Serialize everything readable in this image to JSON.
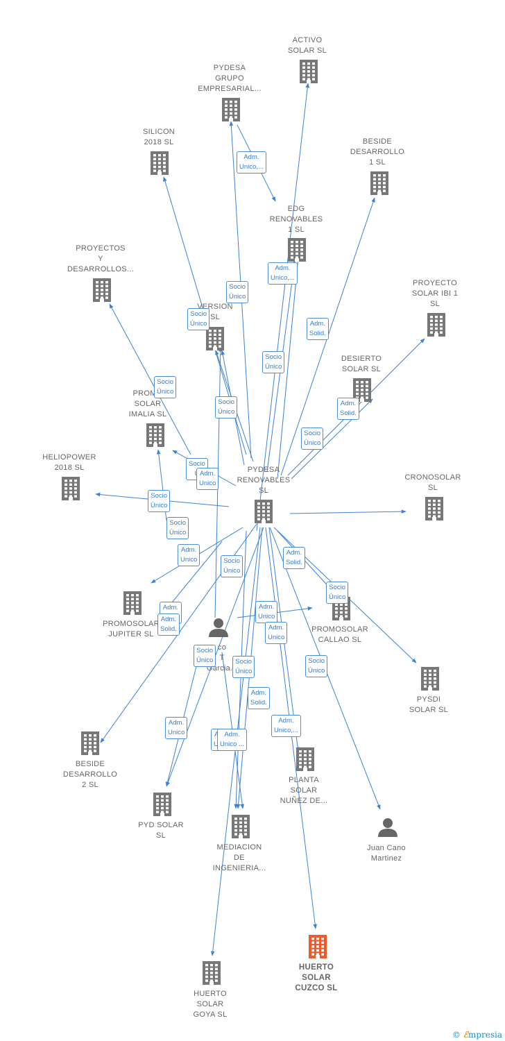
{
  "nodes": [
    {
      "id": "pydesa",
      "label": [
        "PYDESA",
        "RENOVABLES",
        "SL"
      ],
      "type": "company"
    },
    {
      "id": "activo",
      "label": [
        "ACTIVO",
        "SOLAR  SL"
      ],
      "type": "company"
    },
    {
      "id": "grupo",
      "label": [
        "PYDESA",
        "GRUPO",
        "EMPRESARIAL..."
      ],
      "type": "company"
    },
    {
      "id": "silicon",
      "label": [
        "SILICON",
        "2018  SL"
      ],
      "type": "company"
    },
    {
      "id": "beside1",
      "label": [
        "BESIDE",
        "DESARROLLO",
        "1  SL"
      ],
      "type": "company"
    },
    {
      "id": "edg",
      "label": [
        "EDG",
        "RENOVABLES",
        "1  SL"
      ],
      "type": "company"
    },
    {
      "id": "proyectos",
      "label": [
        "PROYECTOS",
        "Y",
        "DESARROLLOS..."
      ],
      "type": "company"
    },
    {
      "id": "proyecto_ibi",
      "label": [
        "PROYECTO",
        "SOLAR IBI 1",
        "SL"
      ],
      "type": "company"
    },
    {
      "id": "version",
      "label": [
        "VERSION",
        "SL"
      ],
      "type": "company"
    },
    {
      "id": "desierto",
      "label": [
        "DESIERTO",
        "SOLAR  SL"
      ],
      "type": "company"
    },
    {
      "id": "imalia",
      "label": [
        "PROMO",
        "SOLAR",
        "IMALIA  SL"
      ],
      "type": "company"
    },
    {
      "id": "heliopower",
      "label": [
        "HELIOPOWER",
        "2018  SL"
      ],
      "type": "company"
    },
    {
      "id": "cronosolar",
      "label": [
        "CRONOSOLAR",
        "SL"
      ],
      "type": "company"
    },
    {
      "id": "jupiter",
      "label": [
        "PROMOSOLAR",
        "JUPITER  SL"
      ],
      "type": "company"
    },
    {
      "id": "callao",
      "label": [
        "PROMOSOLAR",
        "CALLAO  SL"
      ],
      "type": "company"
    },
    {
      "id": "pysdi",
      "label": [
        "PYSDI",
        "SOLAR  SL"
      ],
      "type": "company"
    },
    {
      "id": "person1",
      "label": [
        "co",
        "T",
        "Garcia..."
      ],
      "type": "person"
    },
    {
      "id": "beside2",
      "label": [
        "BESIDE",
        "DESARROLLO",
        "2  SL"
      ],
      "type": "company"
    },
    {
      "id": "pyd",
      "label": [
        "PYD SOLAR",
        "SL"
      ],
      "type": "company"
    },
    {
      "id": "mediacion",
      "label": [
        "MEDIACION",
        "DE",
        "INGENIERIA..."
      ],
      "type": "company"
    },
    {
      "id": "planta",
      "label": [
        "PLANTA",
        "SOLAR",
        "NUÑEZ DE..."
      ],
      "type": "company"
    },
    {
      "id": "juan",
      "label": [
        "Juan Cano",
        "Martinez"
      ],
      "type": "person"
    },
    {
      "id": "cuzco",
      "label": [
        "HUERTO",
        "SOLAR",
        "CUZCO  SL"
      ],
      "type": "target"
    },
    {
      "id": "goya",
      "label": [
        "HUERTO",
        "SOLAR",
        "GOYA  SL"
      ],
      "type": "company"
    }
  ],
  "badges": [
    {
      "text": [
        "Adm.",
        "Unico,..."
      ]
    },
    {
      "text": [
        "Adm.",
        "Unico,..."
      ]
    },
    {
      "text": [
        "Socio",
        "Único"
      ]
    },
    {
      "text": [
        "Socio",
        "Único"
      ]
    },
    {
      "text": [
        "Adm.",
        "Solid."
      ]
    },
    {
      "text": [
        "Socio",
        "Único"
      ]
    },
    {
      "text": [
        "Socio",
        "Único"
      ]
    },
    {
      "text": [
        "Adm.",
        "Solid."
      ]
    },
    {
      "text": [
        "Socio",
        "Único"
      ]
    },
    {
      "text": [
        "Socio",
        "Único"
      ]
    },
    {
      "text": [
        "Socio",
        "Ú"
      ]
    },
    {
      "text": [
        "Adm.",
        "Unico"
      ]
    },
    {
      "text": [
        "Socio",
        "Único"
      ]
    },
    {
      "text": [
        "Socio",
        "Único"
      ]
    },
    {
      "text": [
        "Adm.",
        "Unico"
      ]
    },
    {
      "text": [
        "Socio",
        "Único"
      ]
    },
    {
      "text": [
        "Adm.",
        "Solid."
      ]
    },
    {
      "text": [
        "Socio",
        "Único"
      ]
    },
    {
      "text": [
        "Adm.",
        "Solid."
      ]
    },
    {
      "text": [
        "Adm.",
        "Unico"
      ]
    },
    {
      "text": [
        "Adm.",
        "Solid."
      ]
    },
    {
      "text": [
        "Adm.",
        "Unico"
      ]
    },
    {
      "text": [
        "Socio",
        "Único"
      ]
    },
    {
      "text": [
        "Socio",
        "Único"
      ]
    },
    {
      "text": [
        "Socio",
        "Único"
      ]
    },
    {
      "text": [
        "Adm.",
        "Solid."
      ]
    },
    {
      "text": [
        "Adm.",
        "Unico"
      ]
    },
    {
      "text": [
        "Adm.",
        "Unico"
      ]
    },
    {
      "text": [
        "Adm.",
        "Unico ..."
      ]
    },
    {
      "text": [
        "Adm.",
        "Unico,..."
      ]
    }
  ],
  "colors": {
    "edge": "#3b82d6",
    "company_icon": "#777777",
    "target_icon": "#f05a28",
    "person_icon": "#666666"
  },
  "footer": {
    "copyright": "©",
    "brand_initial": "ℰ",
    "brand_rest": "mpresia"
  }
}
